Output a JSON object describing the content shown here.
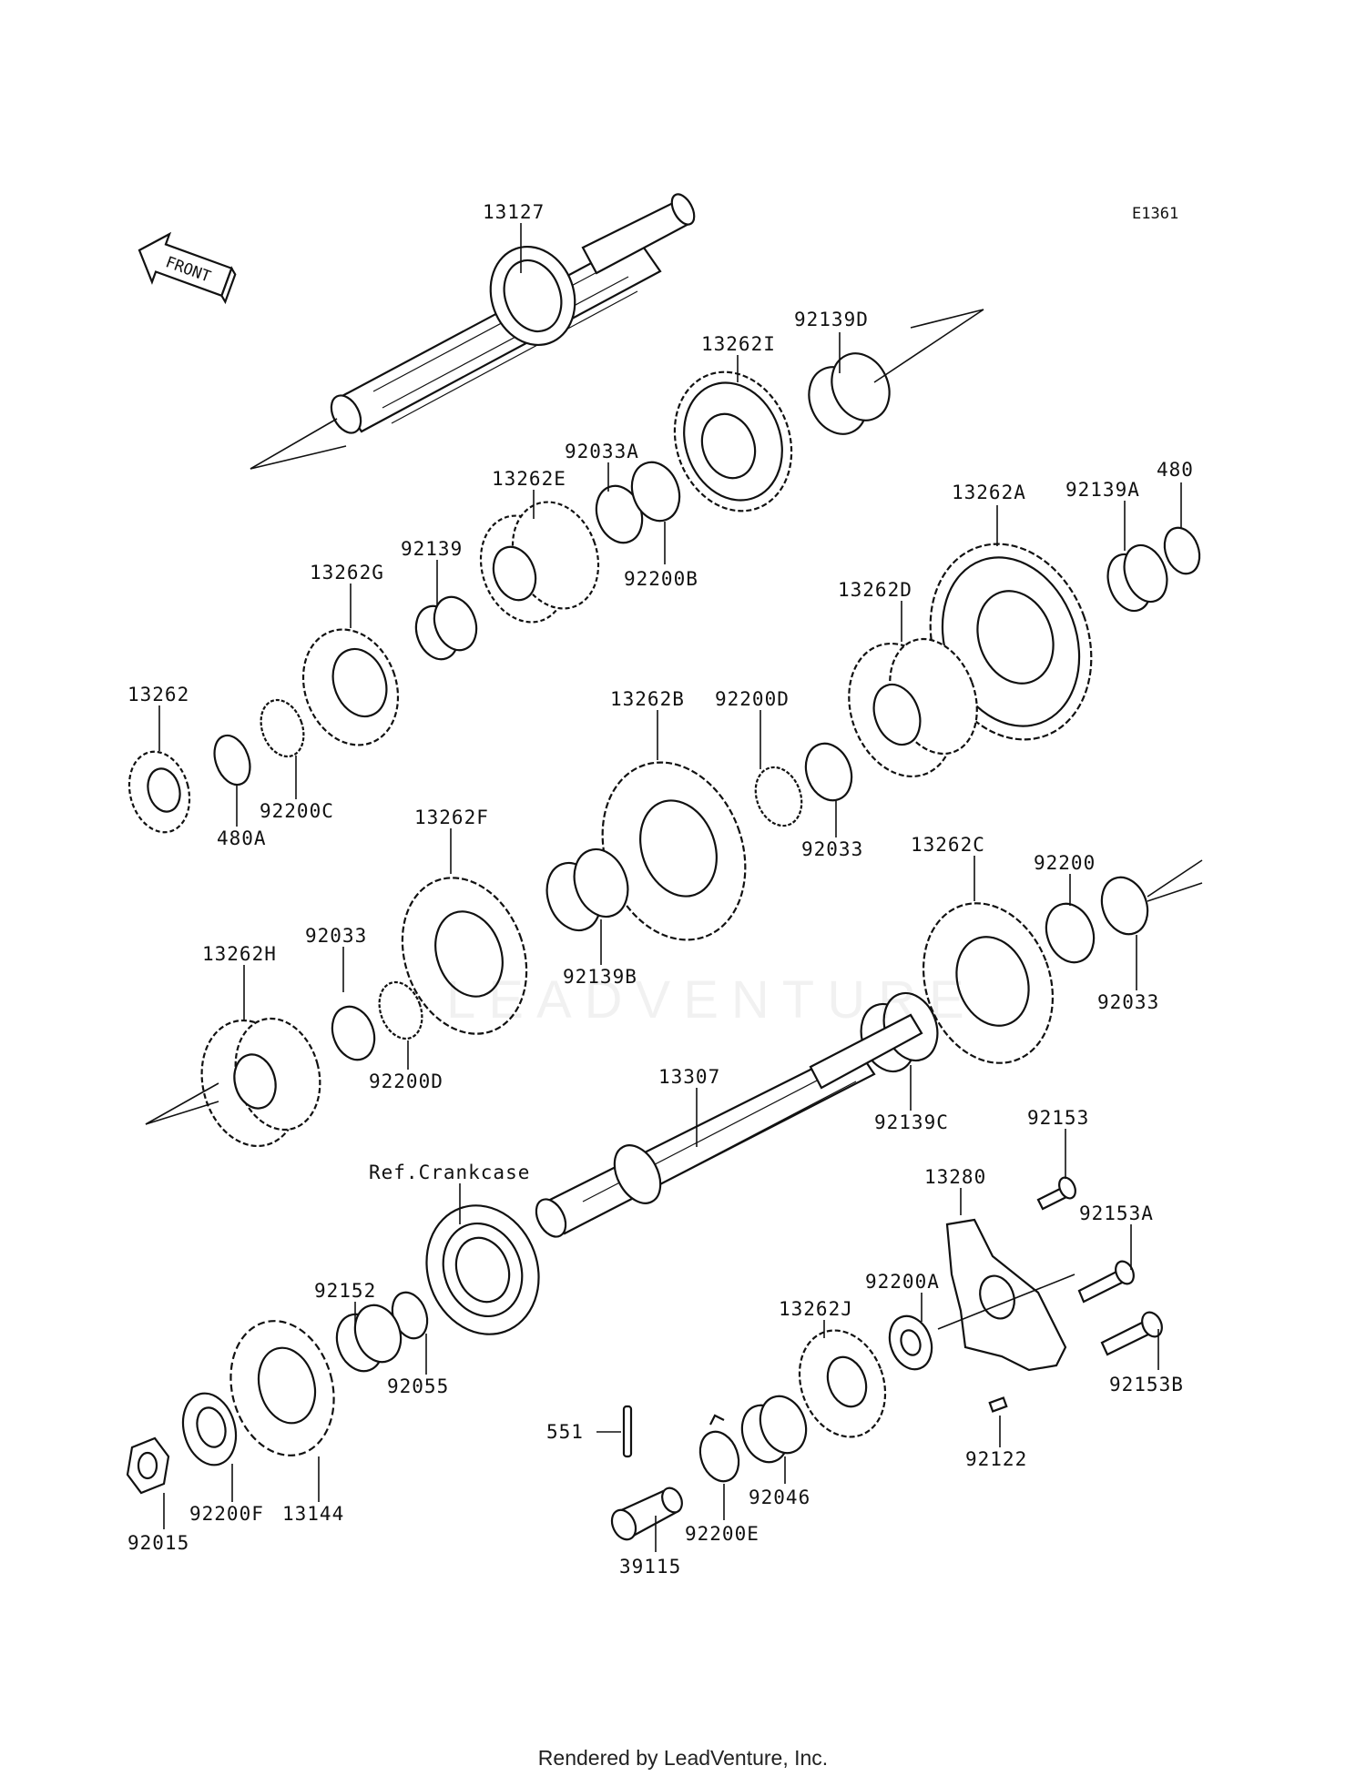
{
  "diagram_code": "E1361",
  "front_label": "FRONT",
  "watermark": "LEADVENTURE",
  "footer": "Rendered by LeadVenture, Inc.",
  "labels": {
    "13127": "13127",
    "92139D": "92139D",
    "13262I": "13262I",
    "92033A": "92033A",
    "92200B": "92200B",
    "13262E": "13262E",
    "92139": "92139",
    "13262G": "13262G",
    "13262A": "13262A",
    "92139A": "92139A",
    "480": "480",
    "13262D": "13262D",
    "13262": "13262",
    "480A": "480A",
    "92200C": "92200C",
    "13262B": "13262B",
    "92200D_top": "92200D",
    "92033_mid": "92033",
    "13262F": "13262F",
    "92139B": "92139B",
    "13262C": "13262C",
    "92200": "92200",
    "92033_right": "92033",
    "13262H": "13262H",
    "92033_left": "92033",
    "92200D_bottom": "92200D",
    "13307": "13307",
    "92139C": "92139C",
    "ref_crankcase": "Ref.Crankcase",
    "92153": "92153",
    "13280": "13280",
    "92153A": "92153A",
    "92152": "92152",
    "92200A": "92200A",
    "13262J": "13262J",
    "92153B": "92153B",
    "92055": "92055",
    "551": "551",
    "92122": "92122",
    "92015": "92015",
    "92200F": "92200F",
    "13144": "13144",
    "92046": "92046",
    "92200E": "92200E",
    "39115": "39115"
  }
}
